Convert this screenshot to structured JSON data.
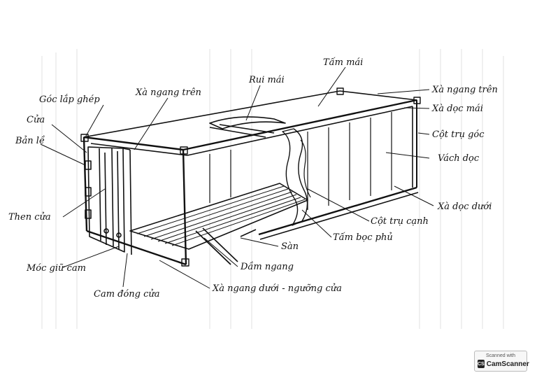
{
  "labels": {
    "tam_mai": "Tấm mái",
    "rui_mai": "Rui mái",
    "xa_ngang_tren_left": "Xà ngang trên",
    "xa_ngang_tren_right": "Xà ngang trên",
    "goc_lap_ghep": "Góc lắp ghép",
    "cua": "Cửa",
    "ban_le": "Bản lề",
    "xa_doc_mai": "Xà dọc mái",
    "cot_tru_goc": "Cột trụ góc",
    "vach_doc": "Vách dọc",
    "xa_doc_duoi": "Xà dọc dưới",
    "cot_tru_canh": "Cột trụ cạnh",
    "tam_boc_phu": "Tấm bọc phủ",
    "then_cua": "Then cửa",
    "san": "Sàn",
    "dam_ngang": "Dầm ngang",
    "moc_giu_cam": "Móc giữ cam",
    "cam_dong_cua": "Cam đóng cửa",
    "xa_ngang_duoi": "Xà ngang dưới - ngưỡng cửa"
  },
  "badge": {
    "top": "Scanned with",
    "icon": "CS",
    "name": "CamScanner"
  },
  "colors": {
    "ink": "#111111",
    "paper": "#ffffff",
    "ghost": "#d8d8d8"
  }
}
